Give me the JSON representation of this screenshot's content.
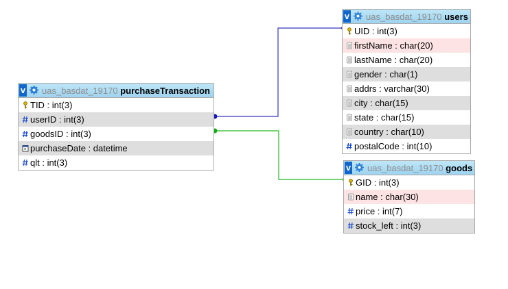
{
  "tables": {
    "purchase": {
      "db": "uas_basdat_19170",
      "name": "purchaseTransaction",
      "toggle": "v",
      "columns": [
        {
          "label": "TID : int(3)",
          "icon": "key-icon"
        },
        {
          "label": "userID : int(3)",
          "icon": "hash-icon"
        },
        {
          "label": "goodsID : int(3)",
          "icon": "hash-icon"
        },
        {
          "label": "purchaseDate : datetime",
          "icon": "calendar-icon"
        },
        {
          "label": "qlt : int(3)",
          "icon": "hash-icon"
        }
      ]
    },
    "users": {
      "db": "uas_basdat_19170",
      "name": "users",
      "toggle": "v",
      "columns": [
        {
          "label": "UID : int(3)",
          "icon": "key-icon"
        },
        {
          "label": "firstName : char(20)",
          "icon": "text-icon"
        },
        {
          "label": "lastName : char(20)",
          "icon": "text-icon"
        },
        {
          "label": "gender : char(1)",
          "icon": "text-icon"
        },
        {
          "label": "addrs : varchar(30)",
          "icon": "text-icon"
        },
        {
          "label": "city : char(15)",
          "icon": "text-icon"
        },
        {
          "label": "state : char(15)",
          "icon": "text-icon"
        },
        {
          "label": "country : char(10)",
          "icon": "text-icon"
        },
        {
          "label": "postalCode : int(10)",
          "icon": "hash-icon"
        }
      ]
    },
    "goods": {
      "db": "uas_basdat_19170",
      "name": "goods",
      "toggle": "v",
      "columns": [
        {
          "label": "GID : int(3)",
          "icon": "key-icon"
        },
        {
          "label": "name : char(30)",
          "icon": "text-icon"
        },
        {
          "label": "price : int(7)",
          "icon": "hash-icon"
        },
        {
          "label": "stock_left : int(3)",
          "icon": "hash-icon"
        }
      ]
    }
  },
  "relations": [
    {
      "from": "purchaseTransaction.userID",
      "to": "users.UID",
      "color": "#3333bb"
    },
    {
      "from": "purchaseTransaction.goodsID",
      "to": "goods.GID",
      "color": "#22bb22"
    }
  ],
  "colors": {
    "header": "#a6d8f2",
    "toggle": "#1166cc",
    "row_alt": "#dedede",
    "row_highlight": "#fde3e3"
  }
}
